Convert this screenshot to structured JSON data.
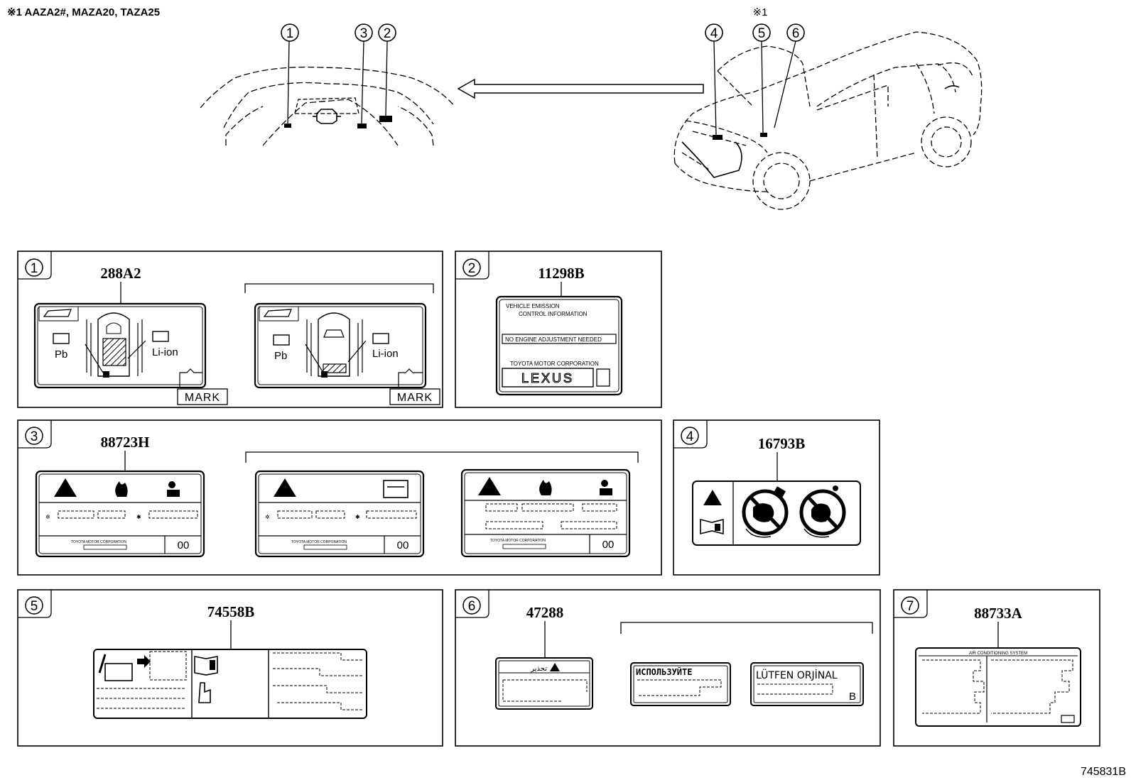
{
  "header": {
    "note": "※1 AAZA2#, MAZA20, TAZA25",
    "note_marker": "※1"
  },
  "callouts": [
    "1",
    "2",
    "3",
    "4",
    "5",
    "6",
    "7"
  ],
  "panels": {
    "p1": {
      "callout": "1",
      "part_number": "288A2",
      "label_a": {
        "battery_lead": "Pb",
        "battery_li": "Li-ion",
        "mark": "MARK"
      },
      "label_b": {
        "battery_lead": "Pb",
        "battery_li": "Li-ion",
        "mark": "MARK"
      }
    },
    "p2": {
      "callout": "2",
      "part_number": "11298B",
      "line1": "VEHICLE  EMISSION",
      "line2": "CONTROL  INFORMATION",
      "line3": "NO  ENGINE  ADJUSTMENT  NEEDED",
      "line4": "TOYOTA  MOTOR  CORPORATION",
      "brand": "LEXUS"
    },
    "p3": {
      "callout": "3",
      "part_number": "88723H",
      "corp_a": "TOYOTA  MOTOR  CORPORATION",
      "corp_b": "TOYOTA  MOTOR  CORPORATION",
      "corp_c": "TOYOTA MOTOR CORPORATION",
      "code": "00"
    },
    "p4": {
      "callout": "4",
      "part_number": "16793B"
    },
    "p5": {
      "callout": "5",
      "part_number": "74558B"
    },
    "p6": {
      "callout": "6",
      "part_number": "47288",
      "warn_text": "تحذير",
      "text_ru": "ИСПОЛЬЗУЙТЕ",
      "text_tr": "LÜTFEN  ORJİNAL",
      "badge": "B"
    },
    "p7": {
      "callout": "7",
      "part_number": "88733A",
      "title": "AIR CONDITIONING SYSTEM"
    }
  },
  "figure_id": "745831B"
}
